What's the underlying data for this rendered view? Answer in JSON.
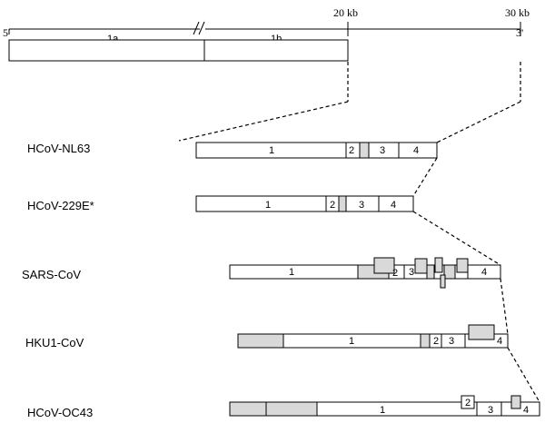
{
  "genome": {
    "end5": "5'",
    "end3": "3'",
    "tick20": "20 kb",
    "tick30": "30 kb",
    "orf1a": "1a",
    "orf1b": "1b"
  },
  "viruses": [
    {
      "name": "HCoV-NL63",
      "labels": [
        "1",
        "2",
        "3",
        "4"
      ]
    },
    {
      "name": "HCoV-229E*",
      "labels": [
        "1",
        "2",
        "3",
        "4"
      ]
    },
    {
      "name": "SARS-CoV",
      "labels": [
        "1",
        "2",
        "3",
        "4"
      ]
    },
    {
      "name": "HKU1-CoV",
      "labels": [
        "1",
        "2",
        "3",
        "4"
      ]
    },
    {
      "name": "HCoV-OC43",
      "labels": [
        "1",
        "2",
        "3",
        "4"
      ]
    }
  ]
}
